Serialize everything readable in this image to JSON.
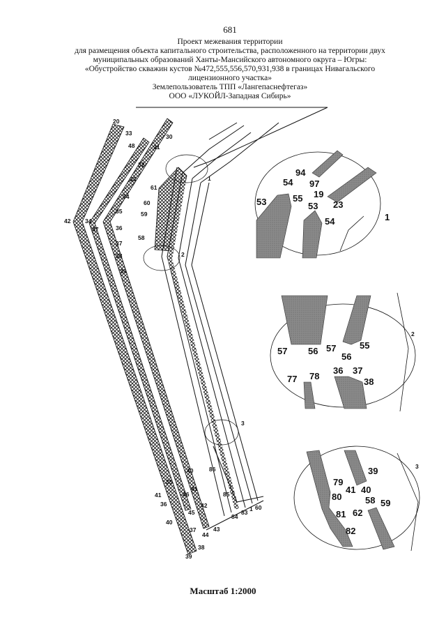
{
  "header": {
    "page_number": "681",
    "lines": [
      "Проект межевания территории",
      "для размещения объекта капитального строительства, расположенного на территории двух",
      "муниципальных образований Ханты-Мансийского автономного округа – Югры:",
      "«Обустройство скважин кустов №472,555,556,570,931,938 в границах Нивагальского",
      "лицензионного участка»",
      "Землепользователь ТПП «Лангепаснефтегаз»",
      "ООО «ЛУКОЙЛ-Западная Сибирь»"
    ]
  },
  "scale_label": "Масштаб 1:2000",
  "map_labels": [
    "20",
    "33",
    "30",
    "48",
    "31",
    "32",
    "33",
    "34",
    "35",
    "36",
    "37",
    "38",
    "39",
    "42",
    "34",
    "47",
    "61",
    "60",
    "59",
    "58",
    "40",
    "35",
    "41",
    "36",
    "40",
    "46",
    "41",
    "45",
    "42",
    "37",
    "44",
    "43",
    "38",
    "39",
    "86",
    "85",
    "84",
    "83",
    "1",
    "60"
  ],
  "callouts": [
    {
      "id": "1",
      "points": [
        "94",
        "97",
        "54",
        "19",
        "23",
        "53",
        "55",
        "53",
        "54"
      ]
    },
    {
      "id": "2",
      "points": [
        "57",
        "56",
        "57",
        "55",
        "56",
        "77",
        "78",
        "36",
        "37",
        "38"
      ]
    },
    {
      "id": "3",
      "points": [
        "39",
        "79",
        "41",
        "40",
        "80",
        "58",
        "59",
        "81",
        "62",
        "82"
      ]
    }
  ]
}
